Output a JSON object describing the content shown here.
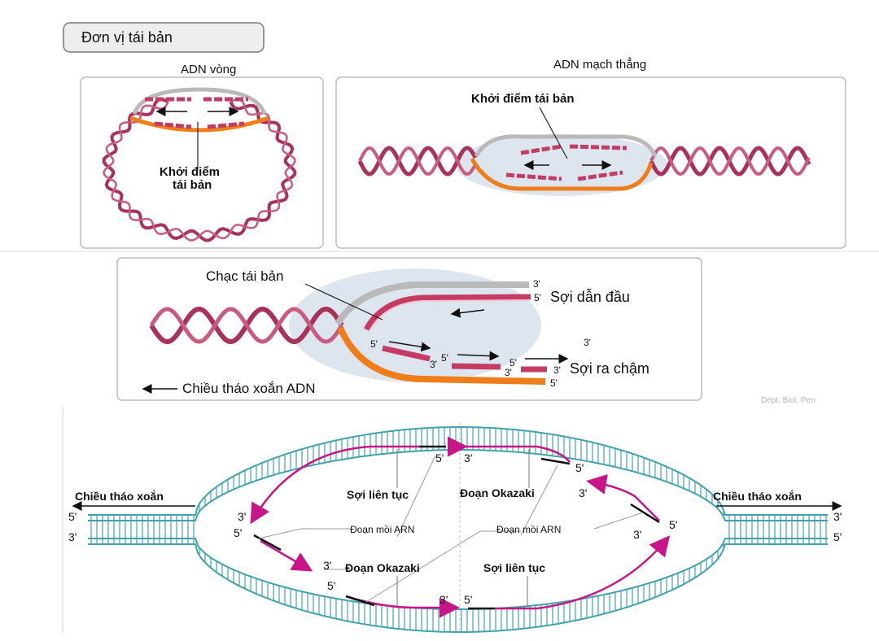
{
  "title_tab": "Đơn vị tái bản",
  "circular": {
    "heading": "ADN vòng",
    "origin_line1": "Khởi điểm",
    "origin_line2": "tái bản"
  },
  "linear": {
    "heading": "ADN mạch thẳng",
    "origin": "Khởi điểm tái bản"
  },
  "fork": {
    "fork_label": "Chạc tái bản",
    "leading": "Sợi dẫn đầu",
    "lagging": "Sợi ra chậm",
    "unwind": "Chiều tháo xoắn ADN",
    "credit": "Dept. Biol. Pen",
    "p3": "3'",
    "p5": "5'"
  },
  "bubble": {
    "unwind_left": "Chiều tháo xoắn",
    "unwind_right": "Chiều tháo xoắn",
    "continuous_top": "Sợi liên tục",
    "okazaki_top": "Đoạn Okazaki",
    "primer_left": "Đoạn mồi ARN",
    "primer_right": "Đoạn mồi ARN",
    "okazaki_bottom": "Đoạn Okazaki",
    "continuous_bottom": "Sợi liên tục",
    "p3": "3'",
    "p5": "5'"
  },
  "colors": {
    "helix": "#a8325a",
    "helix_light": "#c95b7f",
    "new_strand": "#c43b63",
    "orange": "#ef7d1a",
    "gray": "#b9b9b9",
    "backbone": "#3fa3ad",
    "arrow_pink": "#c8158a",
    "shadow": "#dde6ef"
  }
}
